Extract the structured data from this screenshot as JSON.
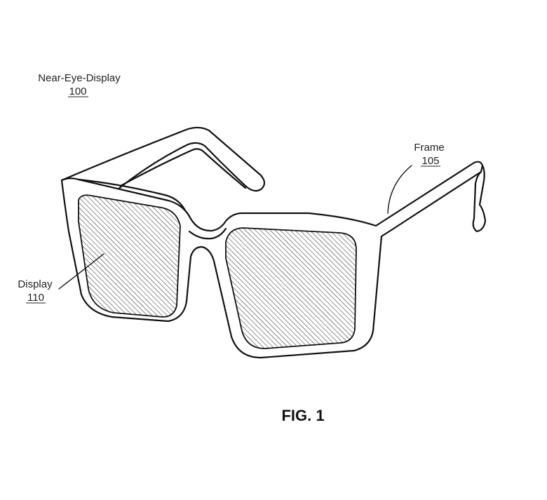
{
  "labels": {
    "device": {
      "name": "Near-Eye-Display",
      "number": "100"
    },
    "frame": {
      "name": "Frame",
      "number": "105"
    },
    "display": {
      "name": "Display",
      "number": "110"
    }
  },
  "figure_title": "FIG. 1",
  "colors": {
    "line": "#111111",
    "hatch": "#333333",
    "background": "#ffffff"
  }
}
